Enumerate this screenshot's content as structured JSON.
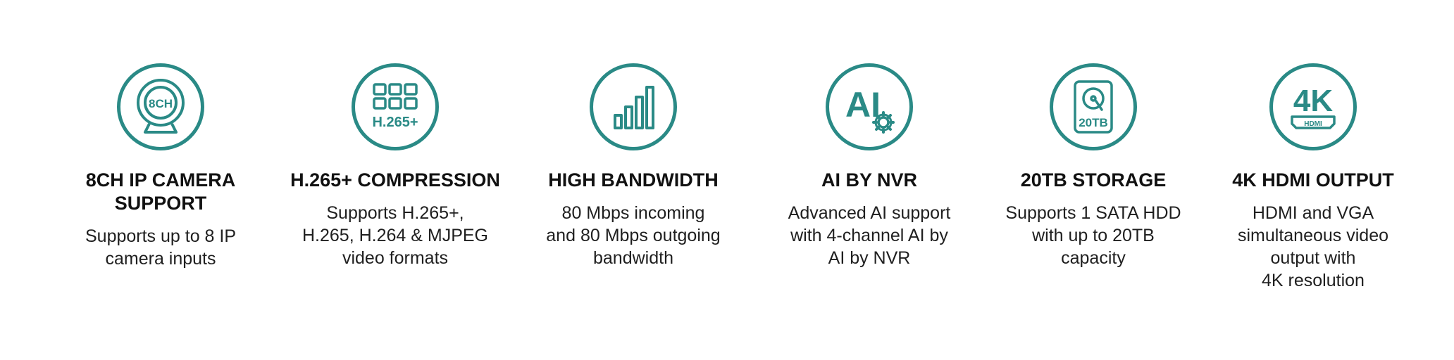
{
  "brand_color": "#2a8a86",
  "features": [
    {
      "icon": "webcam-icon",
      "icon_text": "8CH",
      "title": "8CH IP CAMERA\nSUPPORT",
      "description": "Supports up to 8 IP\ncamera inputs"
    },
    {
      "icon": "grid-compression-icon",
      "icon_text": "H.265+",
      "title": "H.265+ COMPRESSION",
      "description": "Supports H.265+,\nH.265, H.264 & MJPEG\nvideo formats"
    },
    {
      "icon": "signal-bars-icon",
      "title": "HIGH BANDWIDTH",
      "description": "80 Mbps incoming\nand 80 Mbps outgoing\nbandwidth"
    },
    {
      "icon": "ai-gear-icon",
      "icon_text": "AI",
      "title": "AI BY NVR",
      "description": "Advanced AI support\nwith 4-channel AI by\nAI by NVR"
    },
    {
      "icon": "hard-drive-icon",
      "icon_text": "20TB",
      "title": "20TB STORAGE",
      "description": "Supports 1 SATA HDD\nwith up to 20TB\ncapacity"
    },
    {
      "icon": "hdmi-4k-icon",
      "icon_text": "4K",
      "title": "4K HDMI OUTPUT",
      "description": "HDMI and VGA\nsimultaneous video\noutput with\n4K resolution"
    }
  ]
}
